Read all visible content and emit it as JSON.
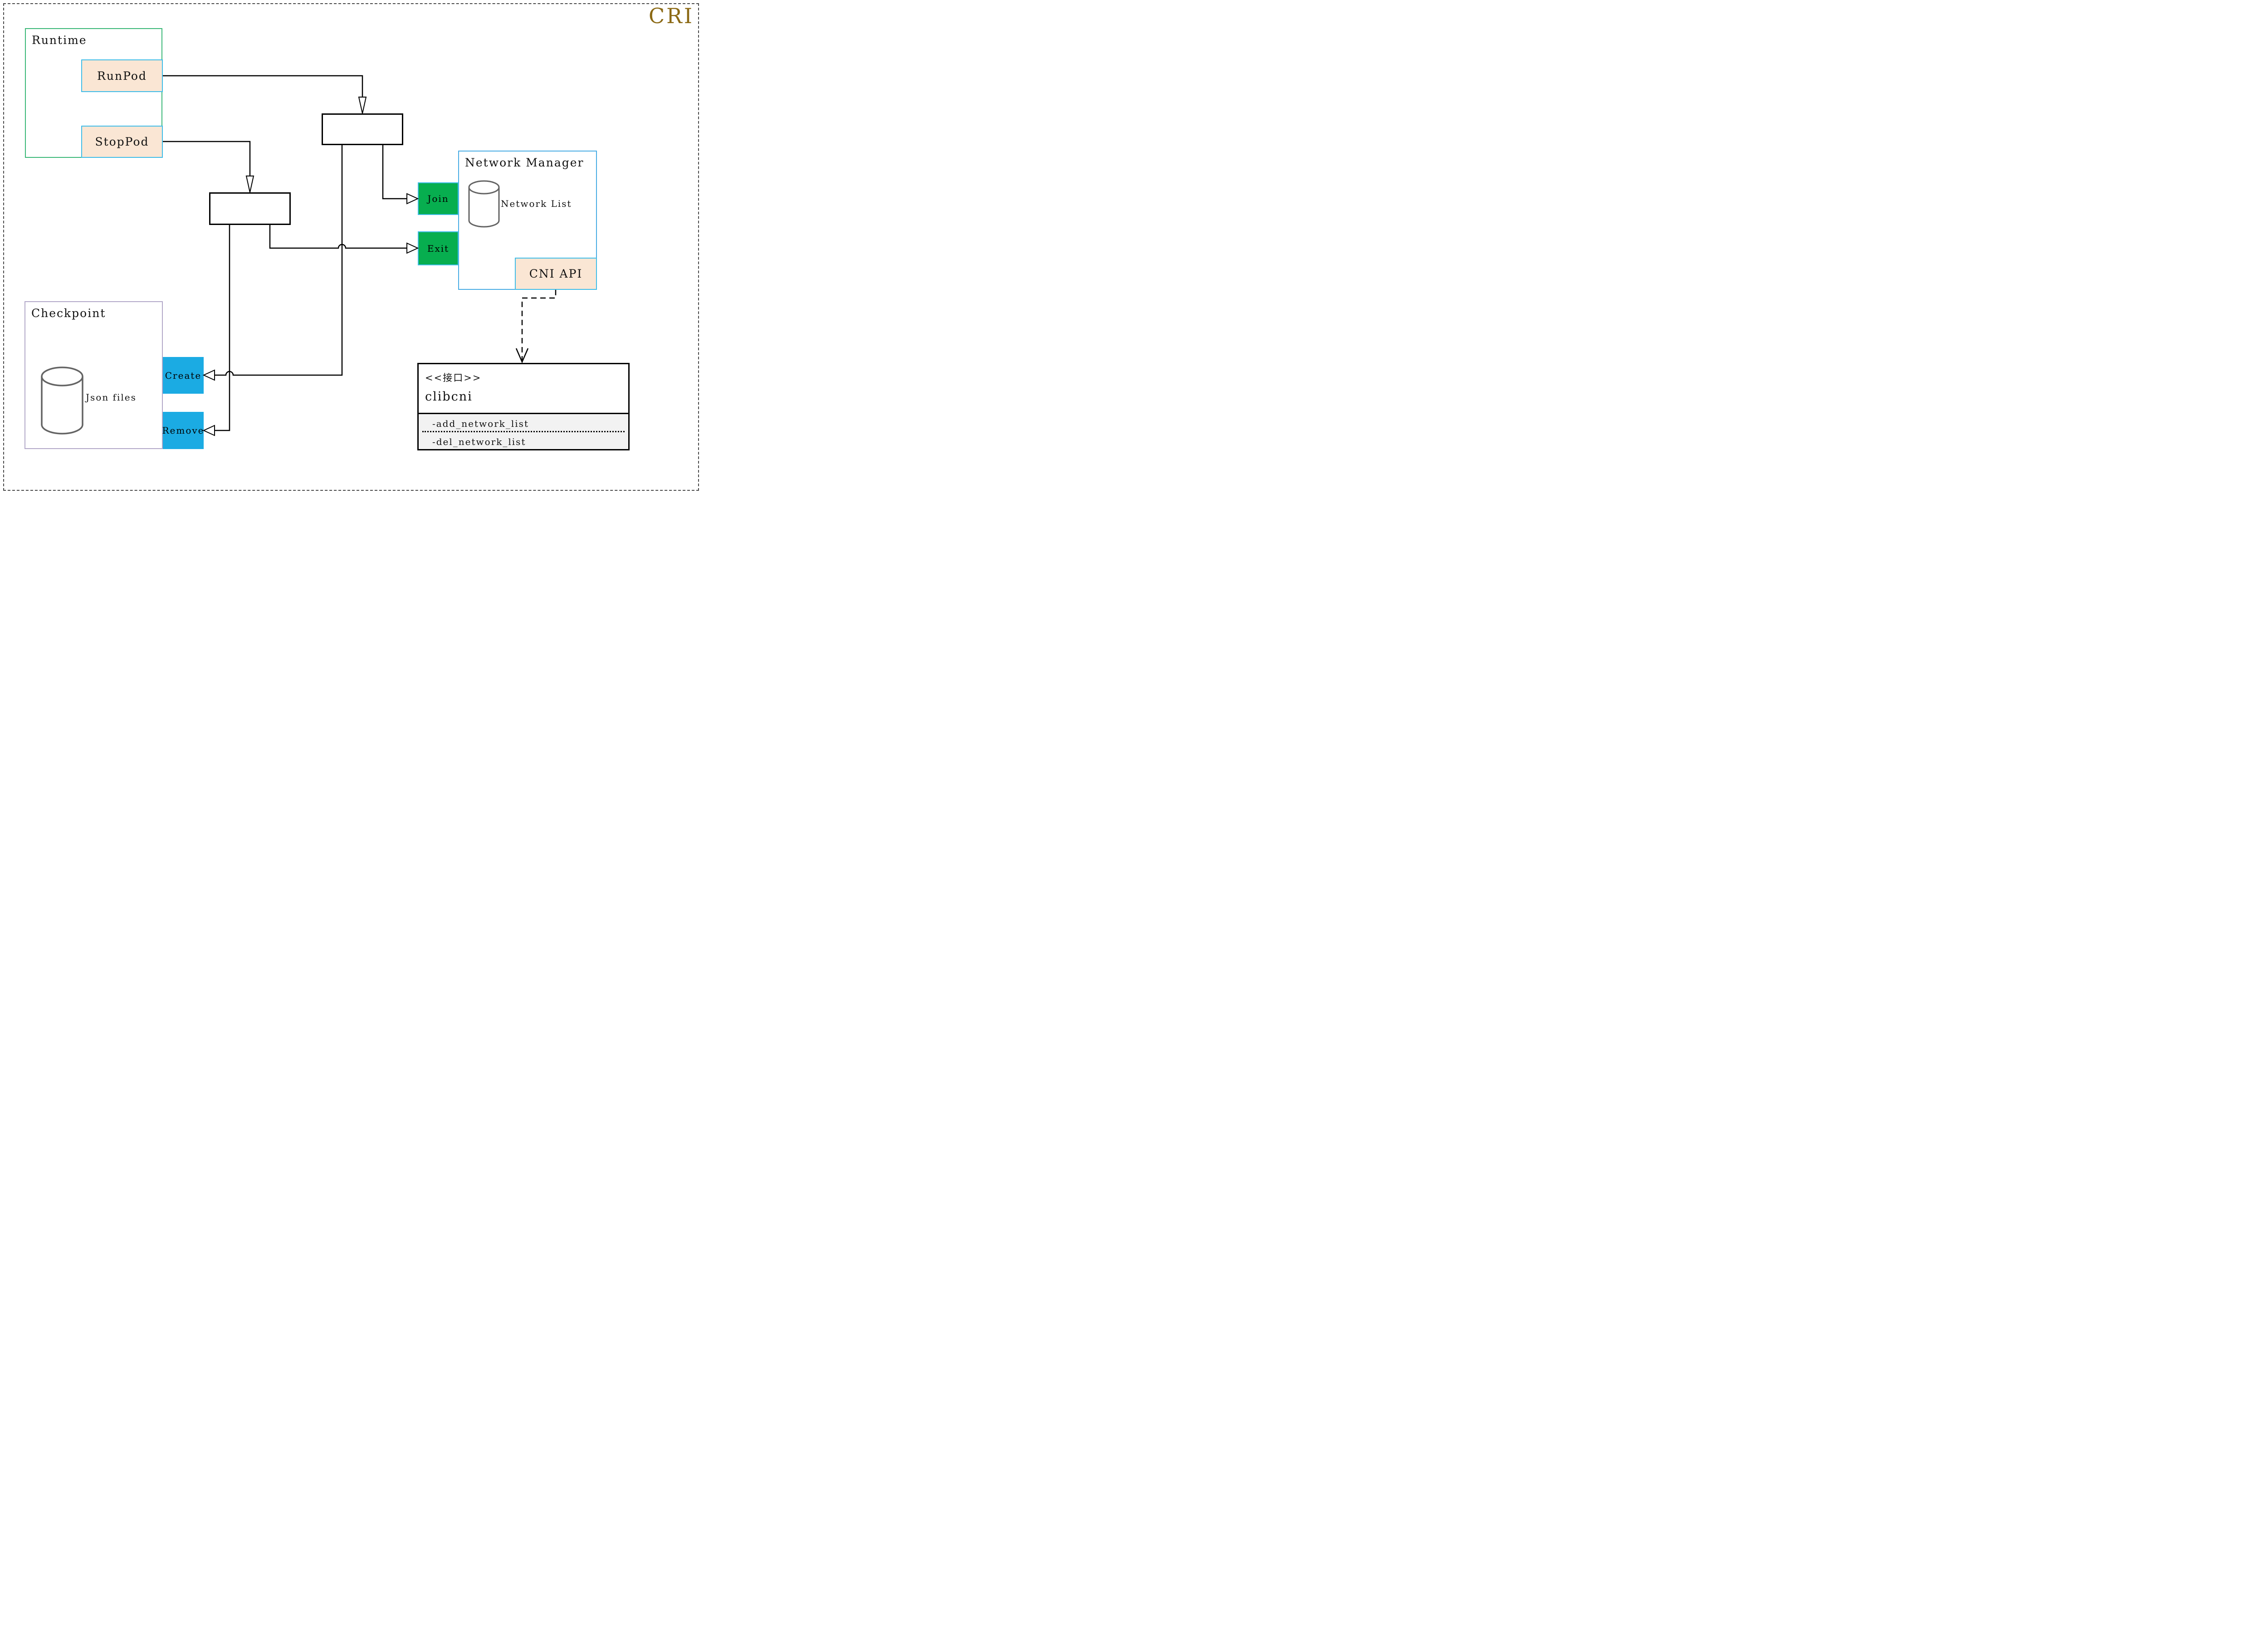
{
  "page": {
    "badge": "CRI"
  },
  "colors": {
    "badge_text": "#8B6914",
    "runtime_border": "#3cb878",
    "checkpoint_border": "#b3a9c9",
    "network_manager_border": "#4aade4",
    "op_fill": "#fae6d4",
    "op_border": "#41bde8",
    "green_fill": "#07ae4f",
    "blue_fill": "#1babe3",
    "uml_member_bg": "#f2f2f2",
    "cylinder_stroke": "#646464"
  },
  "runtime": {
    "title": "Runtime",
    "runpod": "RunPod",
    "stoppod": "StopPod"
  },
  "network_manager": {
    "title": "Network Manager",
    "network_list": "Network List",
    "cni_api": "CNI API",
    "join": "Join",
    "exit": "Exit"
  },
  "checkpoint": {
    "title": "Checkpoint",
    "json_files": "Json files",
    "create": "Create",
    "remove": "Remove"
  },
  "clibcni": {
    "stereotype": "<<接口>>",
    "name": "clibcni",
    "member_add": "-add_network_list",
    "member_del": "-del_network_list"
  }
}
